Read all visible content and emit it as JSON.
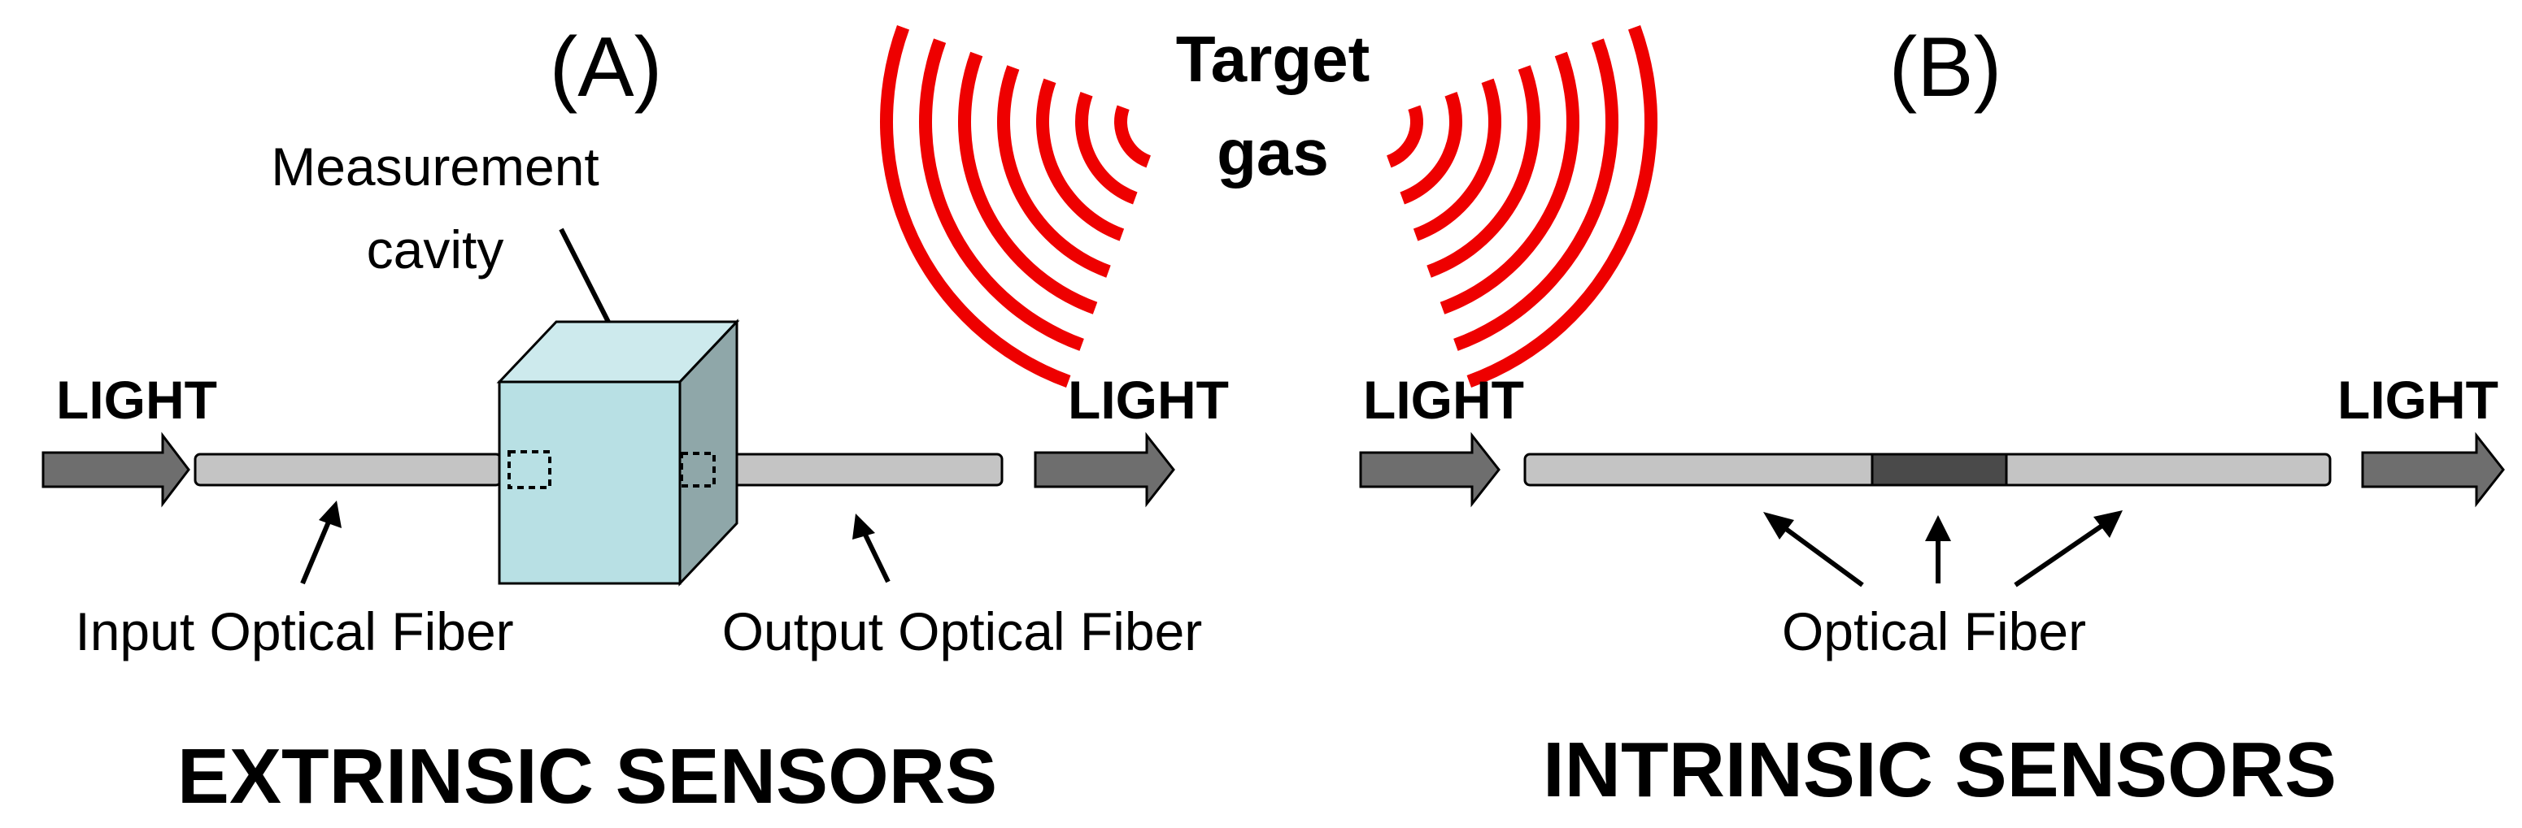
{
  "panel_a": {
    "letter": "(A)",
    "cavity_label_1": "Measurement",
    "cavity_label_2": "cavity",
    "light_in": "LIGHT",
    "light_out": "LIGHT",
    "input_fiber": "Input Optical Fiber",
    "output_fiber": "Output Optical Fiber",
    "caption": "EXTRINSIC SENSORS"
  },
  "panel_b": {
    "letter": "(B)",
    "light_in": "LIGHT",
    "light_out": "LIGHT",
    "fiber": "Optical Fiber",
    "caption": "INTRINSIC SENSORS"
  },
  "gas": {
    "line1": "Target",
    "line2": "gas"
  },
  "colors": {
    "arrow_fill": "#6e6e6e",
    "fiber_fill": "#c4c4c4",
    "fiber_core": "#4a4a4a",
    "cavity_front": "#b8e0e4",
    "cavity_top": "#cdeaed",
    "cavity_side": "#8fa7a9",
    "gas_wave": "#ee0000"
  }
}
